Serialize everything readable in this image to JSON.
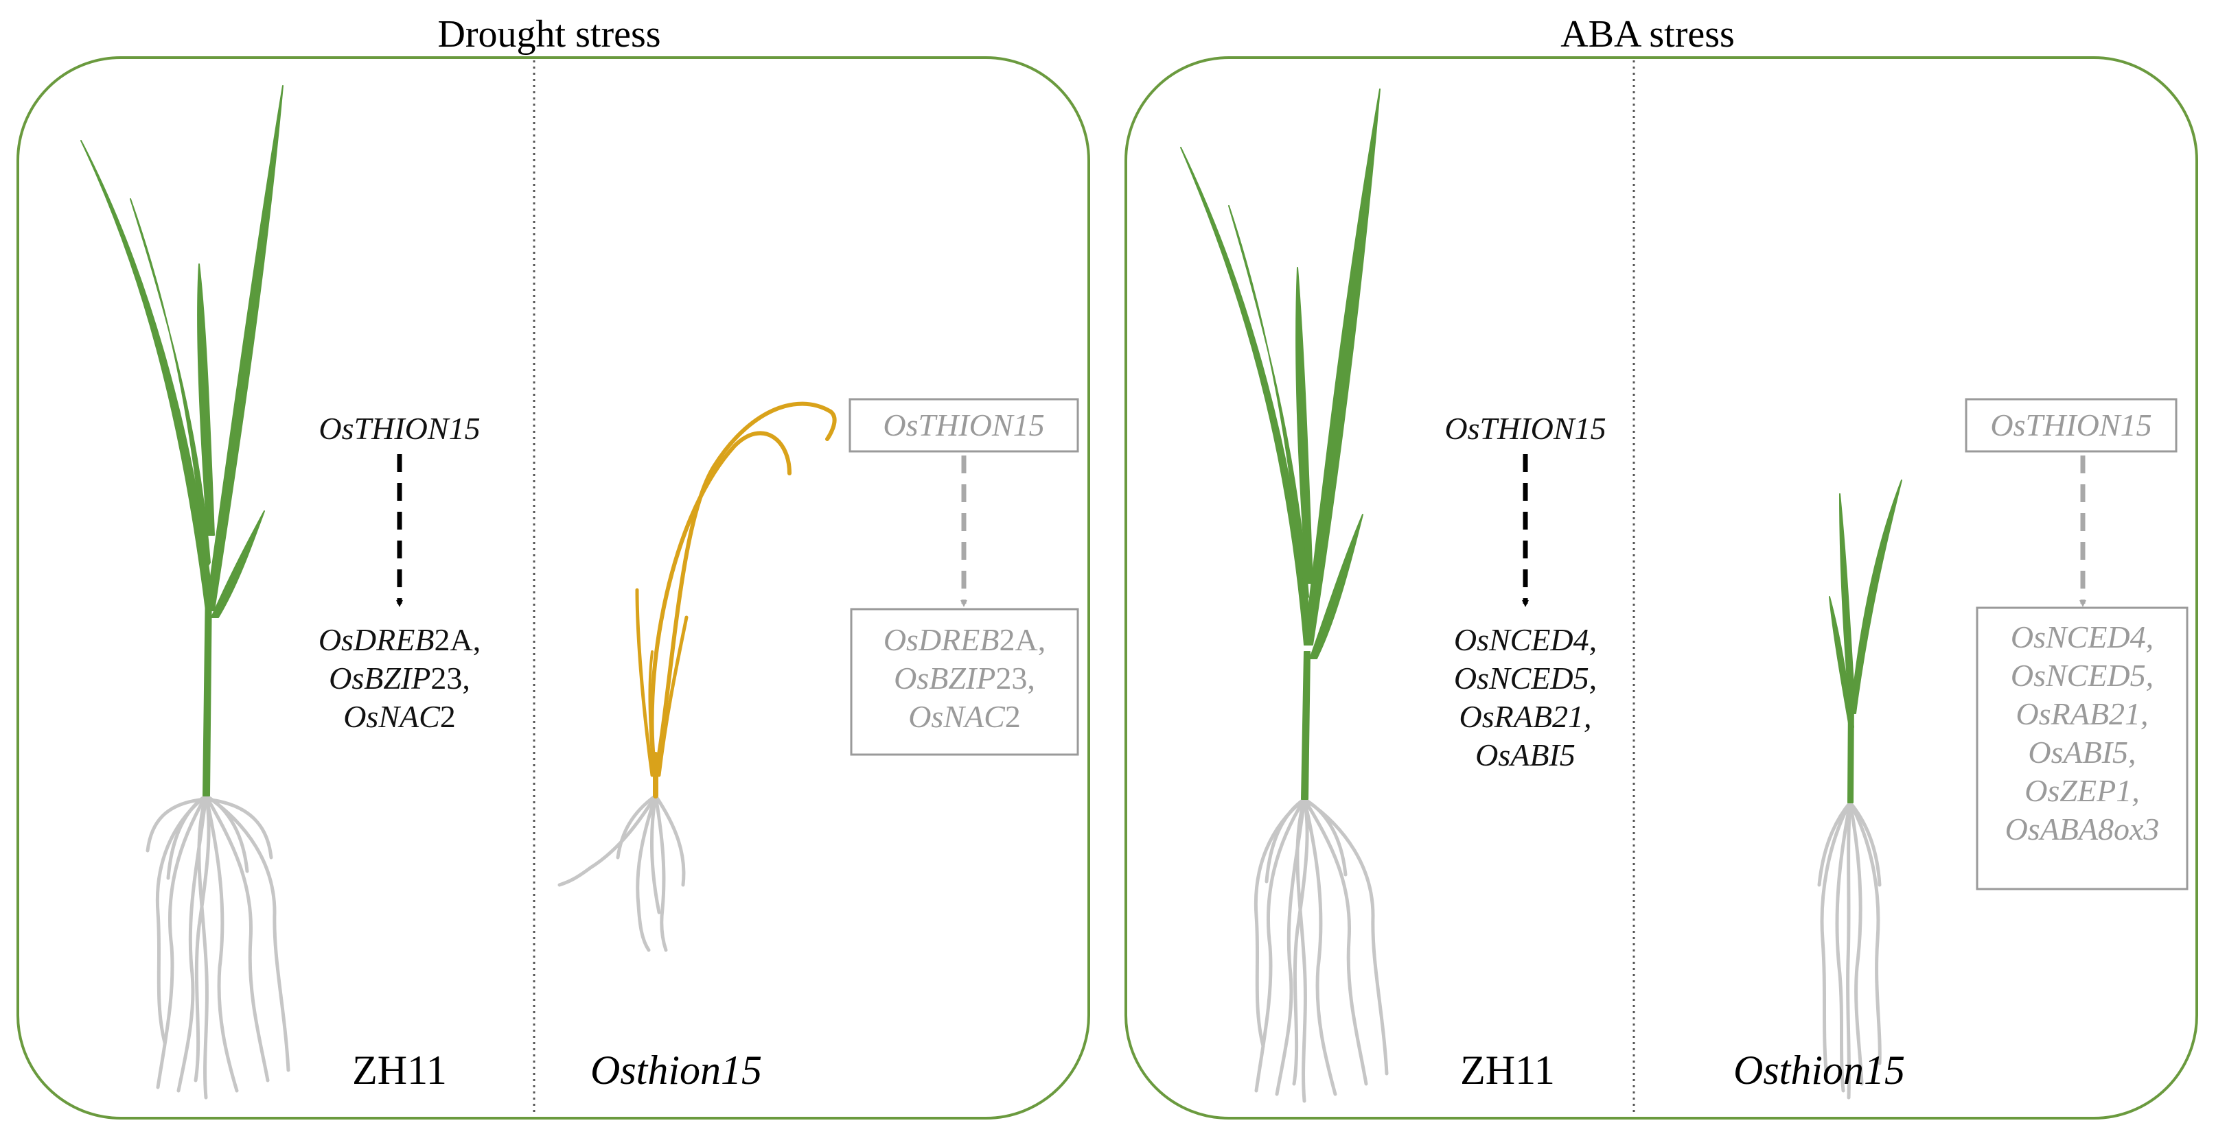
{
  "colors": {
    "panel_border": "#6a9a3e",
    "divider": "#555555",
    "leaf_green": "#5a9a3c",
    "leaf_yellow": "#d9a21a",
    "root_gray": "#c6c6c6",
    "gene_black": "#111111",
    "gene_gray": "#9a9a9a"
  },
  "panels": [
    {
      "title": "Drought stress",
      "wildtype": {
        "label": "ZH11",
        "source_gene": "OsTHION15",
        "targets": [
          {
            "it": "OsDREB",
            "up": "2A",
            "end": ","
          },
          {
            "it": "OsBZIP",
            "up": "23",
            "end": ","
          },
          {
            "it": "OsNAC",
            "up": "2",
            "end": ""
          }
        ]
      },
      "mutant": {
        "label": "Osthion15",
        "source_gene": "OsTHION15",
        "targets": [
          {
            "it": "OsDREB",
            "up": "2A",
            "end": ","
          },
          {
            "it": "OsBZIP",
            "up": "23",
            "end": ","
          },
          {
            "it": "OsNAC",
            "up": "2",
            "end": ""
          }
        ]
      }
    },
    {
      "title": "ABA stress",
      "wildtype": {
        "label": "ZH11",
        "source_gene": "OsTHION15",
        "targets": [
          "OsNCED4,",
          "OsNCED5,",
          "OsRAB21,",
          "OsABI5"
        ]
      },
      "mutant": {
        "label": "Osthion15",
        "source_gene": "OsTHION15",
        "targets": [
          "OsNCED4,",
          "OsNCED5,",
          "OsRAB21,",
          "OsABI5,",
          "OsZEP1,",
          "OsABA8ox3"
        ]
      }
    }
  ]
}
